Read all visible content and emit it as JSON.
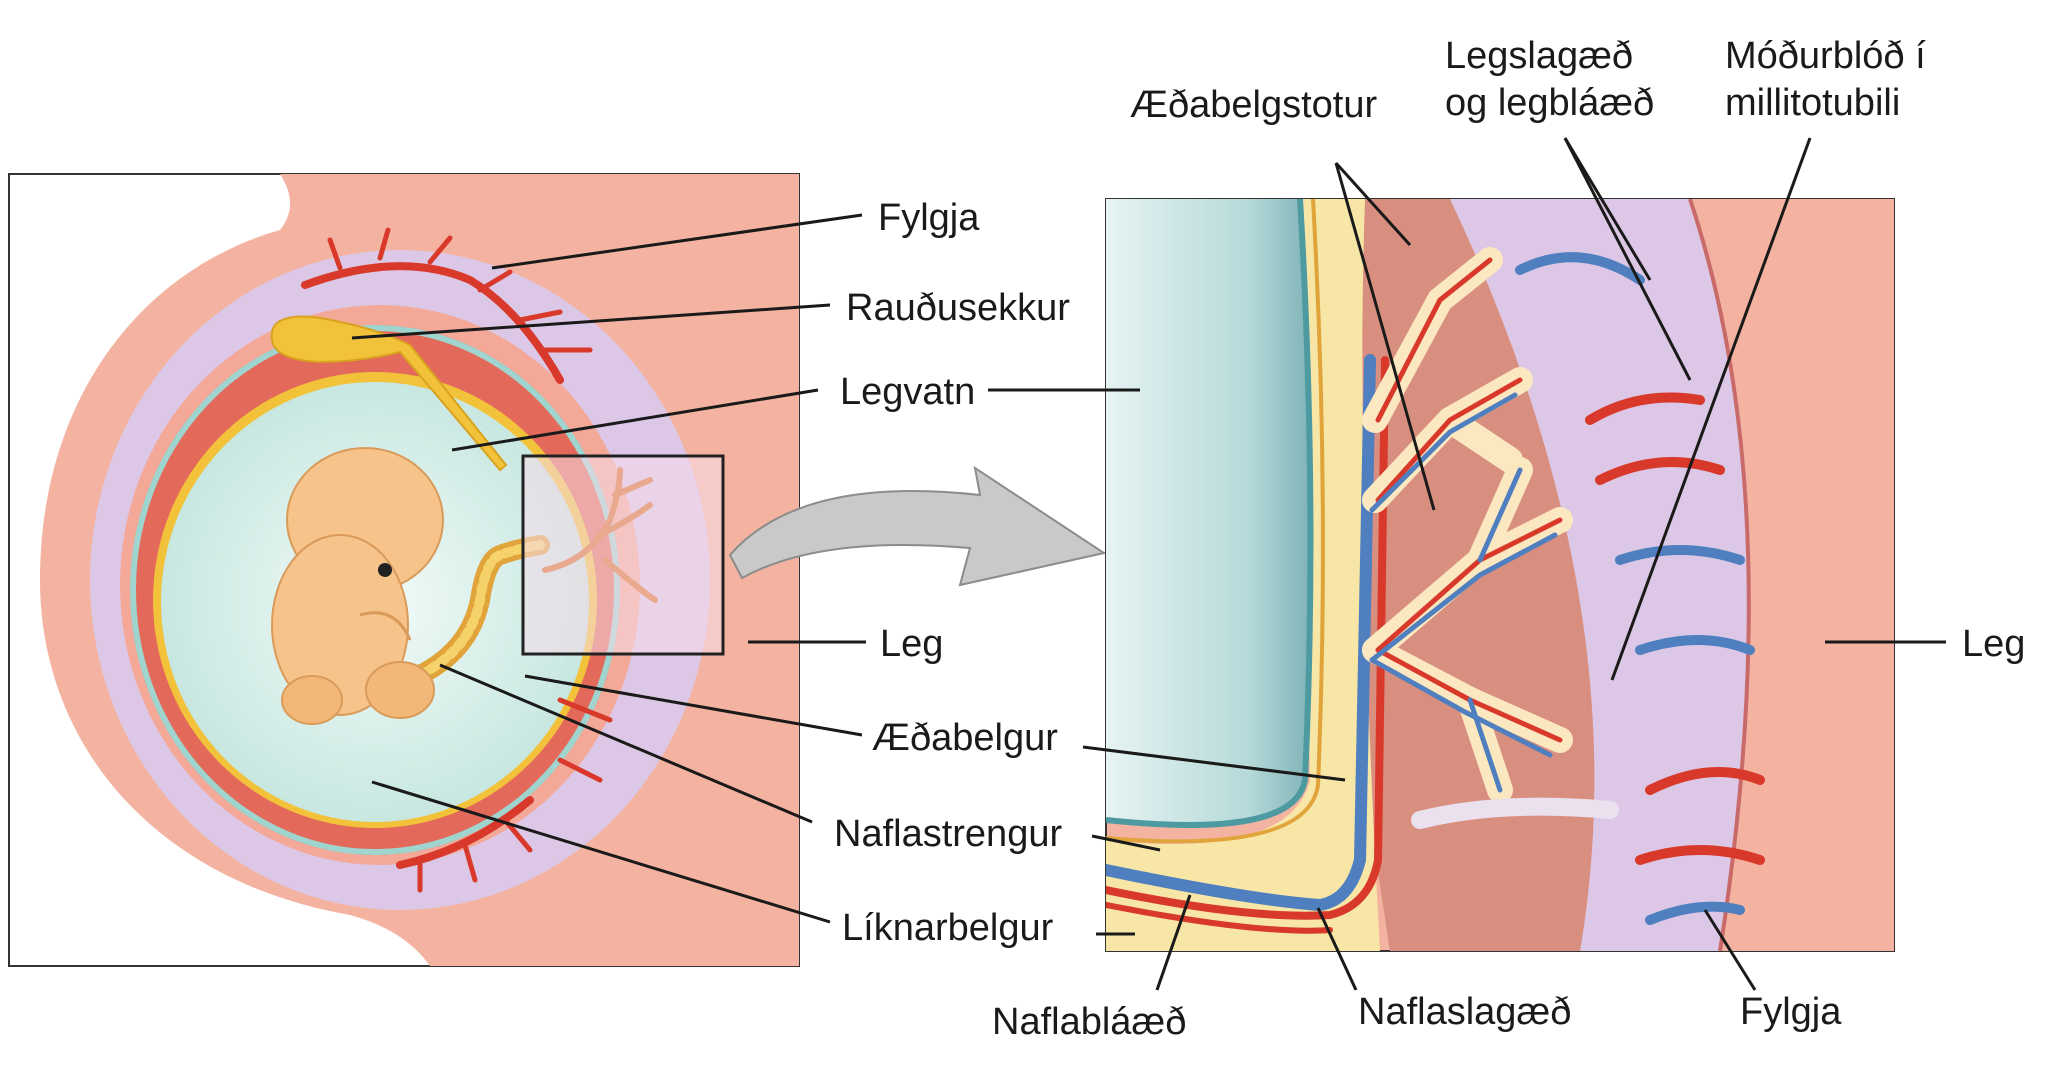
{
  "labels": {
    "left": {
      "placenta": "Fylgja",
      "yolk_sac": "Rauðusekkur",
      "amniotic_fluid": "Legvatn",
      "uterus": "Leg",
      "chorion": "Æðabelgur",
      "umbilical_cord": "Naflastrengur",
      "amnion": "Líknarbelgur"
    },
    "right": {
      "chorionic_villi": "Æðabelgstotur",
      "uterine_vessels_line1": "Legslagæð",
      "uterine_vessels_line2": "og legbláæð",
      "maternal_blood_line1": "Móðurblóð í",
      "maternal_blood_line2": "millitotubili",
      "uterus": "Leg",
      "umbilical_vein": "Naflabláæð",
      "umbilical_artery": "Naflaslagæð",
      "placenta": "Fylgja"
    }
  },
  "colors": {
    "uterus": "#f4b3a0",
    "placenta": "#dcc8e6",
    "chorion_band": "#d9584b",
    "amniotic_fluid": "#cfeae4",
    "embryo": "#f6c48a",
    "yolk_sac": "#f2c33a",
    "artery": "#d8392b",
    "vein": "#4f7fbf",
    "villi_fill": "#fbe7c0"
  },
  "icons": [
    "zoom-arrow"
  ]
}
